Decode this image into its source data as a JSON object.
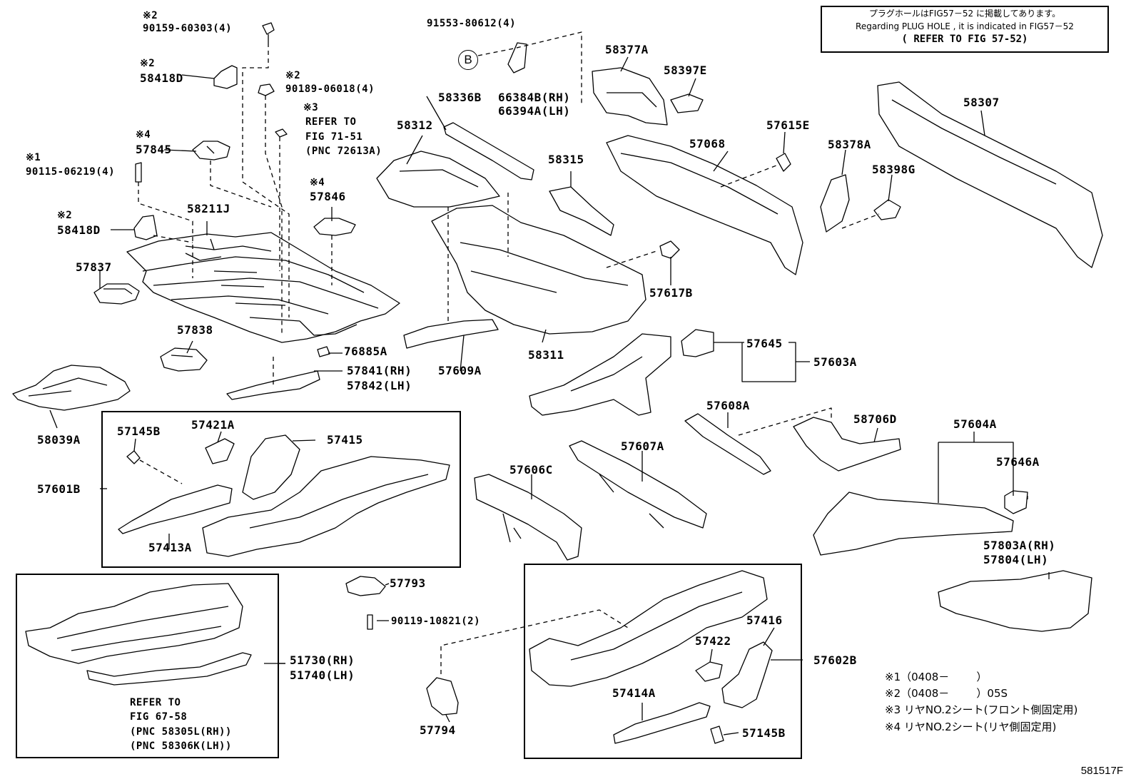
{
  "note": {
    "line1": "プラグホールはFIG57－52 に掲載してあります。",
    "line2": "Regarding  PLUG HOLE , it is indicated in FIG57－52",
    "line3": "( REFER TO FIG 57-52)"
  },
  "bubble": "B",
  "figure_id": "581517F",
  "legend": [
    "※1（0408－        ）",
    "※2（0408－        ）05S",
    "※3 リヤNO.2シート(フロント側固定用)",
    "※4 リヤNO.2シート(リヤ側固定用)"
  ],
  "labels": {
    "m2a": "※2",
    "p90159": "90159-60303(4)",
    "m2b": "※2",
    "p58418d_top": "58418D",
    "m2c": "※2",
    "p90189": "90189-06018(4)",
    "m3": "※3",
    "ref1a": "REFER TO",
    "ref1b": "FIG 71-51",
    "ref1c": "(PNC 72613A)",
    "m4a": "※4",
    "p57845": "57845",
    "m1": "※1",
    "p90115": "90115-06219(4)",
    "m4b": "※4",
    "p57846": "57846",
    "m2d": "※2",
    "p58418d_bot": "58418D",
    "p58211j": "58211J",
    "p57837": "57837",
    "p57838": "57838",
    "p76885a": "76885A",
    "p57841": "57841(RH)",
    "p57842": "57842(LH)",
    "p58039a": "58039A",
    "p91553": "91553-80612(4)",
    "p66384b": "66384B(RH)",
    "p66394a": "66394A(LH)",
    "p58336b": "58336B",
    "p58312": "58312",
    "p58315": "58315",
    "p58311": "58311",
    "p57609a": "57609A",
    "p57617b": "57617B",
    "p58377a": "58377A",
    "p58397e": "58397E",
    "p57615e": "57615E",
    "p57068": "57068",
    "p58378a": "58378A",
    "p58398g": "58398G",
    "p58307": "58307",
    "p57645": "57645",
    "p57603a": "57603A",
    "p57608a": "57608A",
    "p58706d": "58706D",
    "p57604a": "57604A",
    "p57607a": "57607A",
    "p57606c": "57606C",
    "p57646a": "57646A",
    "p57803a": "57803A(RH)",
    "p57804": "57804(LH)",
    "p57145b_top": "57145B",
    "p57421a": "57421A",
    "p57415": "57415",
    "p57601b": "57601B",
    "p57413a": "57413A",
    "p57793": "57793",
    "p90119": "90119-10821(2)",
    "p51730": "51730(RH)",
    "p51740": "51740(LH)",
    "ref2a": "REFER TO",
    "ref2b": "FIG 67-58",
    "ref2c": "(PNC 58305L(RH))",
    "ref2d": "(PNC 58306K(LH))",
    "p57794": "57794",
    "p57416": "57416",
    "p57422": "57422",
    "p57602b": "57602B",
    "p57414a": "57414A",
    "p57145b_bot": "57145B"
  }
}
